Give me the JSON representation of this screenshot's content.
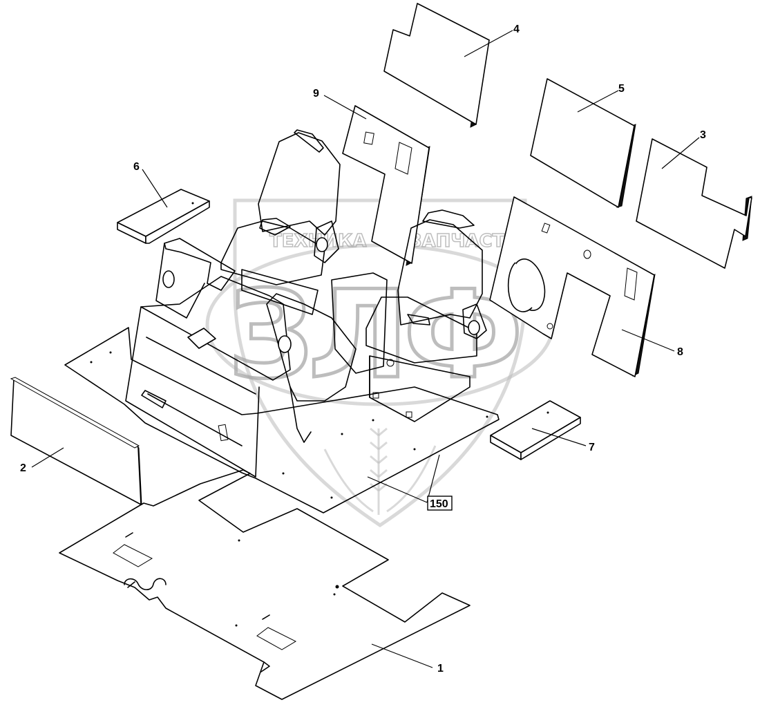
{
  "watermark": {
    "left_text": "ТЕХНИКА",
    "right_text": "ЗАПЧАСТИ",
    "emblem_letters": "ЗЛФ"
  },
  "callouts": [
    {
      "id": "c1",
      "text": "1"
    },
    {
      "id": "c2",
      "text": "2"
    },
    {
      "id": "c3",
      "text": "3"
    },
    {
      "id": "c4",
      "text": "4"
    },
    {
      "id": "c5",
      "text": "5"
    },
    {
      "id": "c6",
      "text": "6"
    },
    {
      "id": "c7",
      "text": "7"
    },
    {
      "id": "c8",
      "text": "8"
    },
    {
      "id": "c9",
      "text": "9"
    },
    {
      "id": "c150",
      "text": "150"
    }
  ],
  "colors": {
    "line": "#000000",
    "background": "#ffffff",
    "watermark": "#b9b9b9"
  }
}
